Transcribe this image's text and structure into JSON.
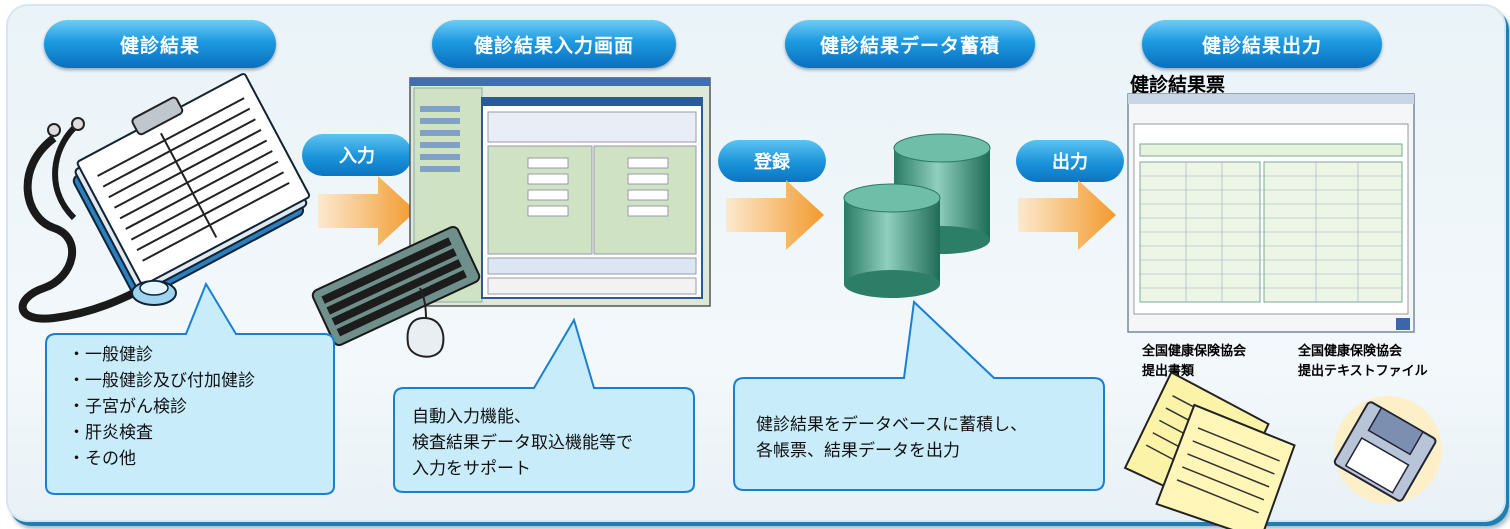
{
  "headers": {
    "h1": "健診結果",
    "h2": "健診結果入力画面",
    "h3": "健診結果データ蓄積",
    "h4": "健診結果出力"
  },
  "steps": {
    "input": "入力",
    "register": "登録",
    "output": "出力"
  },
  "bubble1": {
    "items": [
      "・一般健診",
      "・一般健診及び付加健診",
      "・子宮がん検診",
      "・肝炎検査",
      "・その他"
    ]
  },
  "bubble2": {
    "lines": [
      "自動入力機能、",
      "検査結果データ取込機能等で",
      "入力をサポート"
    ]
  },
  "bubble3": {
    "lines": [
      "健診結果をデータベースに蓄積し、",
      "各帳票、結果データを出力"
    ]
  },
  "report_title": "健診結果票",
  "outputs": {
    "docs_line1": "全国健康保険協会",
    "docs_line2": "提出書類",
    "text_line1": "全国健康保険協会",
    "text_line2": "提出テキストファイル"
  },
  "colors": {
    "pill": "#1d9ae0",
    "bubble_fill": "#c9ecfb",
    "bubble_stroke": "#1b7fd1",
    "cylinder": "#2f8b74",
    "arrow": "#f6a23c"
  }
}
